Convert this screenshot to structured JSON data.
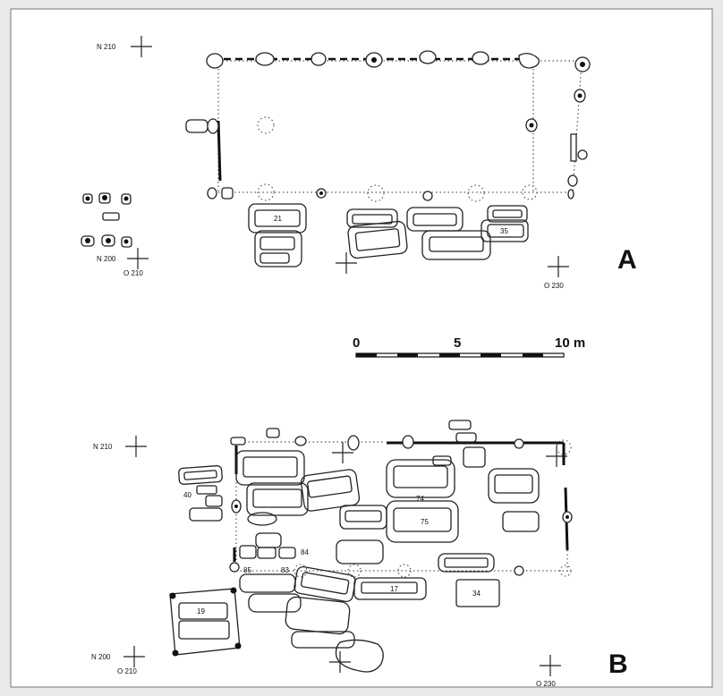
{
  "panels": {
    "a": {
      "letter": "A",
      "grid_n210": "N 210",
      "grid_n200": "N 200",
      "grid_o210": "O 210",
      "grid_o230": "O 230",
      "grave_21": "21",
      "grave_35": "35"
    },
    "b": {
      "letter": "B",
      "grid_n210": "N 210",
      "grid_n200": "N 200",
      "grid_o210": "O 210",
      "grid_o230": "O 230",
      "grave_40": "40",
      "grave_74": "74",
      "grave_75": "75",
      "grave_84": "84",
      "grave_85": "85",
      "grave_83": "83",
      "grave_17": "17",
      "grave_34": "34",
      "grave_19": "19"
    }
  },
  "scale_bar": {
    "label_0": "0",
    "label_5": "5",
    "label_10": "10 m"
  }
}
